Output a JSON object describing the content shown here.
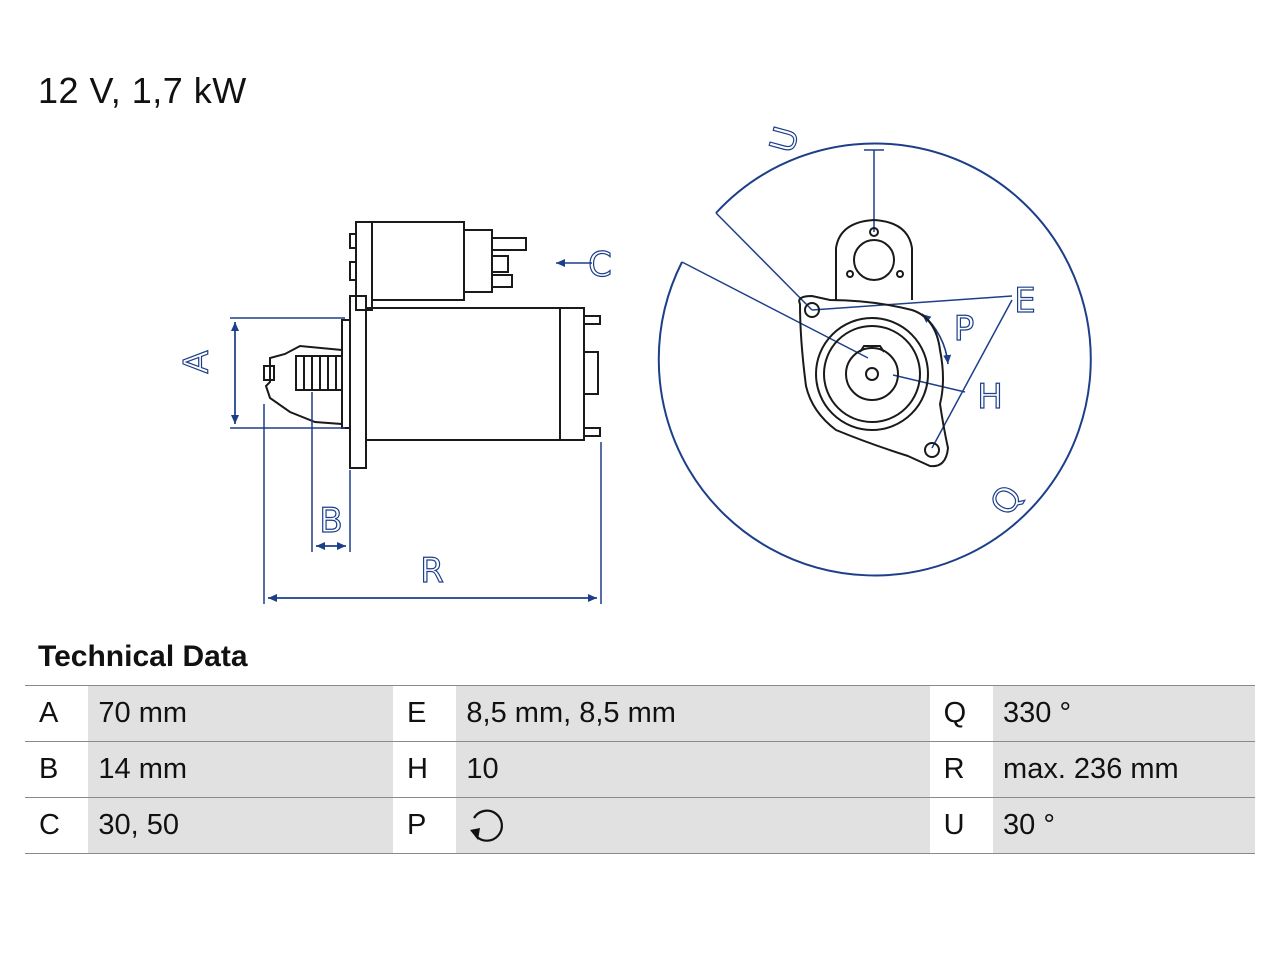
{
  "header": {
    "title": "12 V, 1,7 kW"
  },
  "diagram": {
    "labels": {
      "A": "A",
      "B": "B",
      "C": "C",
      "R": "R",
      "U": "U",
      "E": "E",
      "P": "P",
      "H": "H",
      "Q": "Q"
    },
    "line_color": "#1d3f8a",
    "part_color": "#1a1a1a"
  },
  "tech": {
    "title": "Technical Data",
    "rows": [
      [
        {
          "key": "A",
          "value": "70 mm"
        },
        {
          "key": "E",
          "value": "8,5 mm, 8,5 mm"
        },
        {
          "key": "Q",
          "value": "330 °"
        }
      ],
      [
        {
          "key": "B",
          "value": "14 mm"
        },
        {
          "key": "H",
          "value": "10"
        },
        {
          "key": "R",
          "value": "max. 236 mm"
        }
      ],
      [
        {
          "key": "C",
          "value": "30, 50"
        },
        {
          "key": "P",
          "value": "",
          "icon": "rotation-direction-icon"
        },
        {
          "key": "U",
          "value": "30 °"
        }
      ]
    ]
  }
}
